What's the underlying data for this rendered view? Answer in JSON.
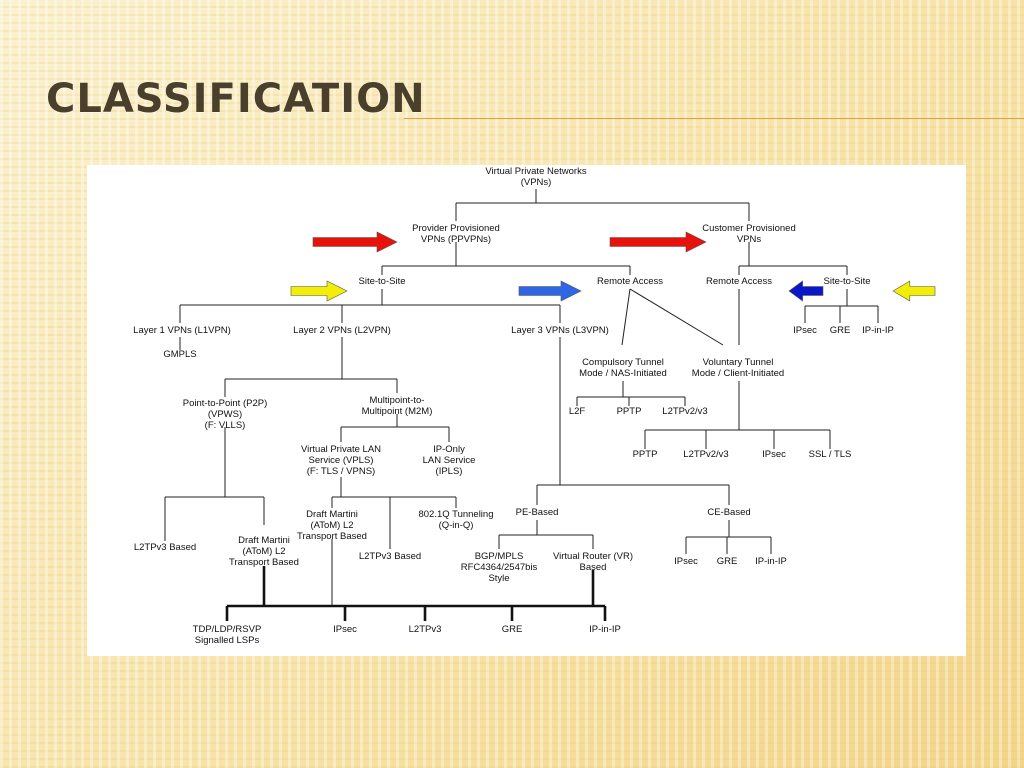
{
  "slide": {
    "title": "CLASSIFICATION"
  },
  "colors": {
    "red_arrow": "#e8120c",
    "yellow_arrow": "#f2ee0a",
    "blue_arrow_light": "#2f66e6",
    "blue_arrow_dark": "#0a17c8",
    "title_rule": "#d9a441"
  },
  "diagram": {
    "nodes": {
      "vpns": [
        "Virtual Private Networks",
        "(VPNs)"
      ],
      "ppvpns": [
        "Provider Provisioned",
        "VPNs (PPVPNs)"
      ],
      "cpvpns": [
        "Customer Provisioned",
        "VPNs"
      ],
      "pp_site": [
        "Site-to-Site"
      ],
      "pp_remote": [
        "Remote Access"
      ],
      "cp_remote": [
        "Remote Access"
      ],
      "cp_site": [
        "Site-to-Site"
      ],
      "l1vpn": [
        "Layer 1 VPNs (L1VPN)"
      ],
      "l2vpn": [
        "Layer 2 VPNs (L2VPN)"
      ],
      "l3vpn": [
        "Layer 3 VPNs (L3VPN)"
      ],
      "gmpls": [
        "GMPLS"
      ],
      "compulsory": [
        "Compulsory Tunnel",
        "Mode / NAS-Initiated"
      ],
      "voluntary": [
        "Voluntary Tunnel",
        "Mode / Client-Initiated"
      ],
      "cp_ipsec": [
        "IPsec"
      ],
      "cp_gre": [
        "GRE"
      ],
      "cp_ipinip": [
        "IP-in-IP"
      ],
      "ra_l2f": [
        "L2F"
      ],
      "ra_pptp": [
        "PPTP"
      ],
      "ra_l2tp": [
        "L2TPv2/v3"
      ],
      "vt_pptp": [
        "PPTP"
      ],
      "vt_l2tp": [
        "L2TPv2/v3"
      ],
      "vt_ipsec": [
        "IPsec"
      ],
      "vt_ssl": [
        "SSL / TLS"
      ],
      "p2p": [
        "Point-to-Point (P2P)",
        "(VPWS)",
        "(F: VLLS)"
      ],
      "m2m": [
        "Multipoint-to-",
        "Multipoint (M2M)"
      ],
      "vpls": [
        "Virtual Private LAN",
        "Service (VPLS)",
        "(F: TLS / VPNS)"
      ],
      "ipls": [
        "IP-Only",
        "LAN Service",
        "(IPLS)"
      ],
      "martini_m": [
        "Draft Martini",
        "(AToM) L2",
        "Transport Based"
      ],
      "qinq": [
        "802.1Q Tunneling",
        "(Q-in-Q)"
      ],
      "l2tpv3_m": [
        "L2TPv3 Based"
      ],
      "l2tpv3_p": [
        "L2TPv3 Based"
      ],
      "martini_p": [
        "Draft Martini",
        "(AToM) L2",
        "Transport Based"
      ],
      "pe_based": [
        "PE-Based"
      ],
      "ce_based": [
        "CE-Based"
      ],
      "bgp_mpls": [
        "BGP/MPLS",
        "RFC4364/2547bis",
        "Style"
      ],
      "vr": [
        "Virtual Router (VR)",
        "Based"
      ],
      "ce_ipsec": [
        "IPsec"
      ],
      "ce_gre": [
        "GRE"
      ],
      "ce_ipinip": [
        "IP-in-IP"
      ],
      "tdp": [
        "TDP/LDP/RSVP",
        "Signalled LSPs"
      ],
      "bus_ipsec": [
        "IPsec"
      ],
      "bus_l2tpv3": [
        "L2TPv3"
      ],
      "bus_gre": [
        "GRE"
      ],
      "bus_ipinip": [
        "IP-in-IP"
      ]
    }
  }
}
